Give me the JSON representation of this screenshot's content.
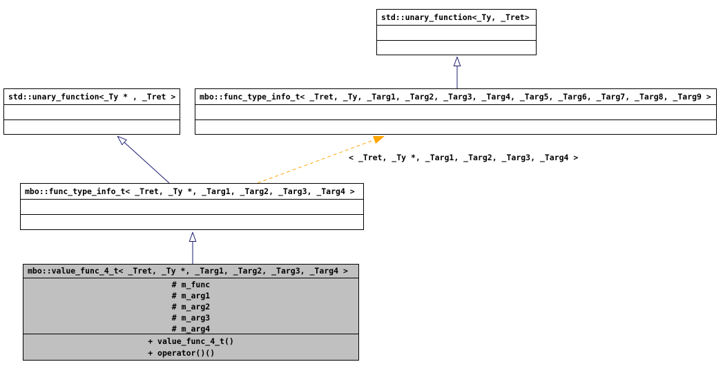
{
  "diagram": {
    "type": "uml-class-inheritance",
    "background": "#ffffff",
    "colors": {
      "box_border": "#000000",
      "box_fill": "#ffffff",
      "focus_box_fill": "#c0c0c0",
      "inheritance_edge": "#191970",
      "template_edge": "#ffa500",
      "text": "#000000"
    },
    "classes": [
      {
        "title": "std::unary_function<_Ty, _Tret>"
      },
      {
        "title": "std::unary_function<_Ty * , _Tret >"
      },
      {
        "title": "mbo::func_type_info_t< _Tret, _Ty, _Targ1, _Targ2, _Targ3, _Targ4, _Targ5, _Targ6, _Targ7, _Targ8, _Targ9 >"
      },
      {
        "title": "mbo::func_type_info_t< _Tret, _Ty *, _Targ1, _Targ2, _Targ3, _Targ4 >"
      },
      {
        "title": "mbo::value_func_4_t< _Tret, _Ty *, _Targ1, _Targ2, _Targ3, _Targ4 >",
        "attributes": [
          "# m_func",
          "# m_arg1",
          "# m_arg2",
          "# m_arg3",
          "# m_arg4"
        ],
        "methods": [
          "+ value_func_4_t()",
          "+ operator()()"
        ]
      }
    ],
    "edges": [
      {
        "type": "inheritance",
        "from": 2,
        "to": 0
      },
      {
        "type": "inheritance",
        "from": 3,
        "to": 1
      },
      {
        "type": "template-instantiation",
        "from": 3,
        "to": 2,
        "label": "< _Tret, _Ty *, _Targ1, _Targ2, _Targ3, _Targ4 >"
      },
      {
        "type": "inheritance",
        "from": 4,
        "to": 3
      }
    ]
  }
}
